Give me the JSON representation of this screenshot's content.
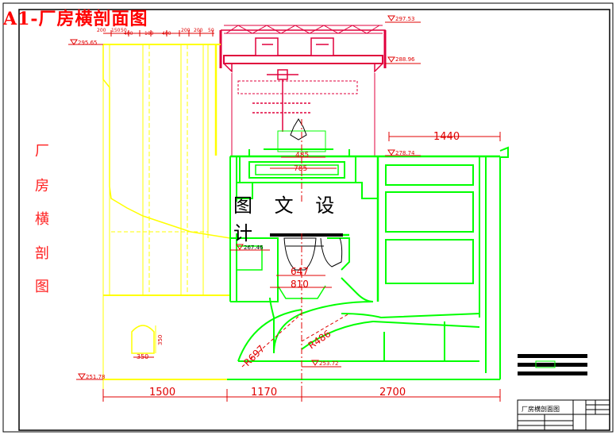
{
  "title": "A1-厂房横剖面图",
  "side_label": [
    "厂",
    "房",
    "横",
    "剖",
    "图"
  ],
  "watermark": "图 文 设 计",
  "elevations": {
    "e1": "297.53",
    "e2": "295.65",
    "e3": "288.96",
    "e4": "278.74",
    "e5": "267.46",
    "e6": "253.72",
    "e7": "251.78"
  },
  "top_dims": [
    "200",
    "150",
    "50",
    "400",
    "100",
    "400",
    "200",
    "200",
    "50"
  ],
  "dims": {
    "d1440": "1440",
    "d1500": "1500",
    "d1170": "1170",
    "d2700": "2700",
    "d647": "647",
    "d810": "810",
    "r697": "R697",
    "r486": "R486",
    "d350a": "350",
    "d350b": "350",
    "d485": "485",
    "d785": "785"
  },
  "title_block": {
    "name": "厂房横剖面图"
  },
  "colors": {
    "frame": "#000000",
    "title": "#ff0000",
    "crane": "#e0003c",
    "yellow": "#ffff00",
    "green": "#00ff00",
    "dim": "#e00000"
  }
}
